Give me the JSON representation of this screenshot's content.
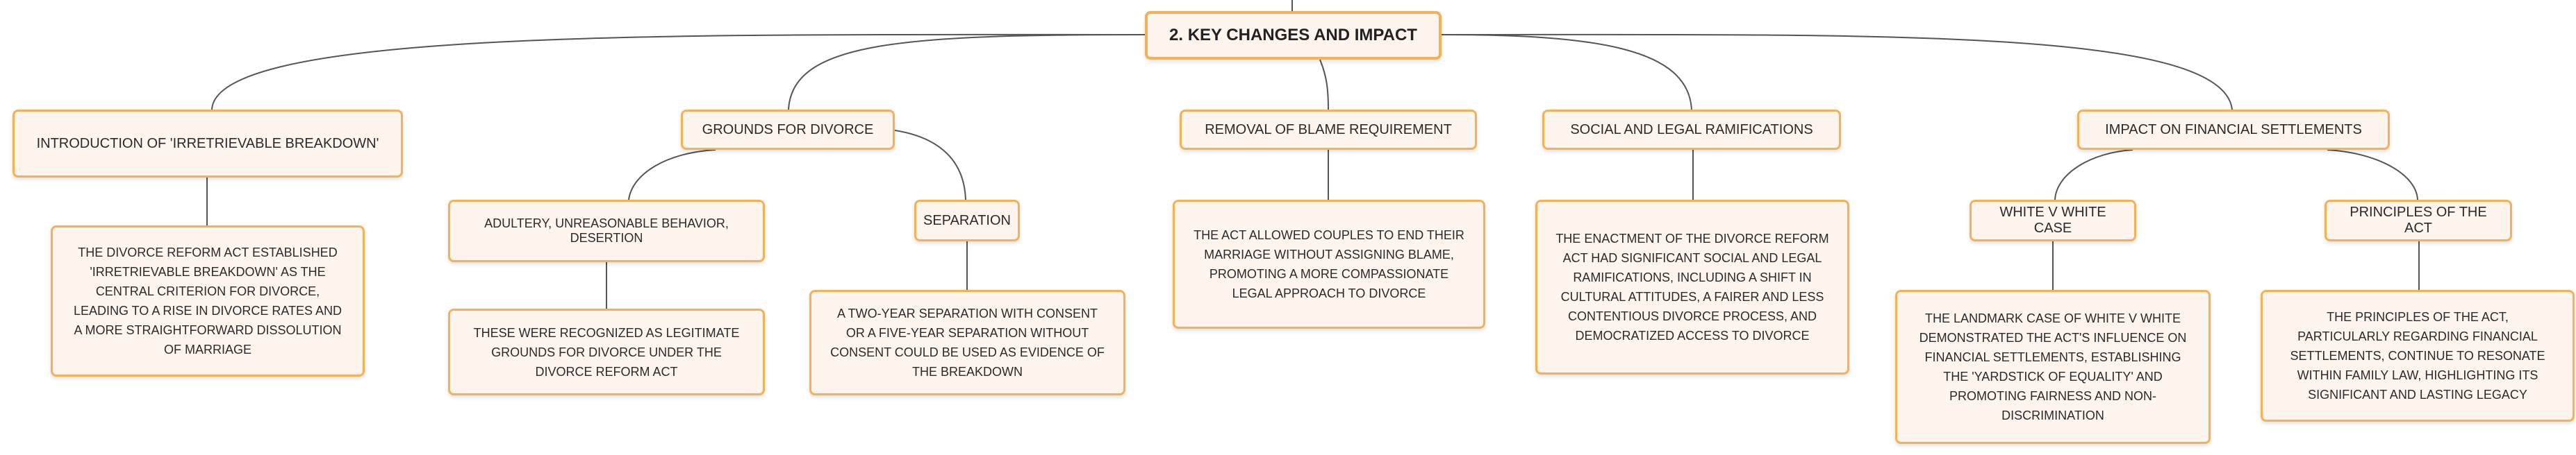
{
  "root": {
    "label": "2. KEY CHANGES AND IMPACT"
  },
  "branches": {
    "introduction": {
      "label": "INTRODUCTION OF 'IRRETRIEVABLE BREAKDOWN'",
      "detail": "THE DIVORCE REFORM ACT ESTABLISHED 'IRRETRIEVABLE BREAKDOWN' AS THE CENTRAL CRITERION FOR DIVORCE, LEADING TO A RISE IN DIVORCE RATES AND A MORE STRAIGHTFORWARD DISSOLUTION OF MARRIAGE"
    },
    "grounds": {
      "label": "GROUNDS FOR DIVORCE",
      "adultery": {
        "label": "ADULTERY, UNREASONABLE BEHAVIOR, DESERTION",
        "detail": "THESE WERE RECOGNIZED AS LEGITIMATE GROUNDS FOR DIVORCE UNDER THE DIVORCE REFORM ACT"
      },
      "separation": {
        "label": "SEPARATION",
        "detail": "A TWO-YEAR SEPARATION WITH CONSENT OR A FIVE-YEAR SEPARATION WITHOUT CONSENT COULD BE USED AS EVIDENCE OF THE BREAKDOWN"
      }
    },
    "blame": {
      "label": "REMOVAL OF BLAME REQUIREMENT",
      "detail": "THE ACT ALLOWED COUPLES TO END THEIR MARRIAGE WITHOUT ASSIGNING BLAME, PROMOTING A MORE COMPASSIONATE LEGAL APPROACH TO DIVORCE"
    },
    "social": {
      "label": "SOCIAL AND LEGAL RAMIFICATIONS",
      "detail": "THE ENACTMENT OF THE DIVORCE REFORM ACT HAD SIGNIFICANT SOCIAL AND LEGAL RAMIFICATIONS, INCLUDING A SHIFT IN CULTURAL ATTITUDES, A FAIRER AND LESS CONTENTIOUS DIVORCE PROCESS, AND DEMOCRATIZED ACCESS TO DIVORCE"
    },
    "financial": {
      "label": "IMPACT ON FINANCIAL SETTLEMENTS",
      "white": {
        "label": "WHITE V WHITE CASE",
        "detail": "THE LANDMARK CASE OF WHITE V WHITE DEMONSTRATED THE ACT'S INFLUENCE ON FINANCIAL SETTLEMENTS, ESTABLISHING THE 'YARDSTICK OF EQUALITY' AND PROMOTING FAIRNESS AND NON-DISCRIMINATION"
      },
      "principles": {
        "label": "PRINCIPLES OF THE ACT",
        "detail": "THE PRINCIPLES OF THE ACT, PARTICULARLY REGARDING FINANCIAL SETTLEMENTS, CONTINUE TO RESONATE WITHIN FAMILY LAW, HIGHLIGHTING ITS SIGNIFICANT AND LASTING LEGACY"
      }
    }
  },
  "colors": {
    "node_border": "#f5b156",
    "node_fill": "#fdf4ee",
    "connector": "#555555"
  }
}
